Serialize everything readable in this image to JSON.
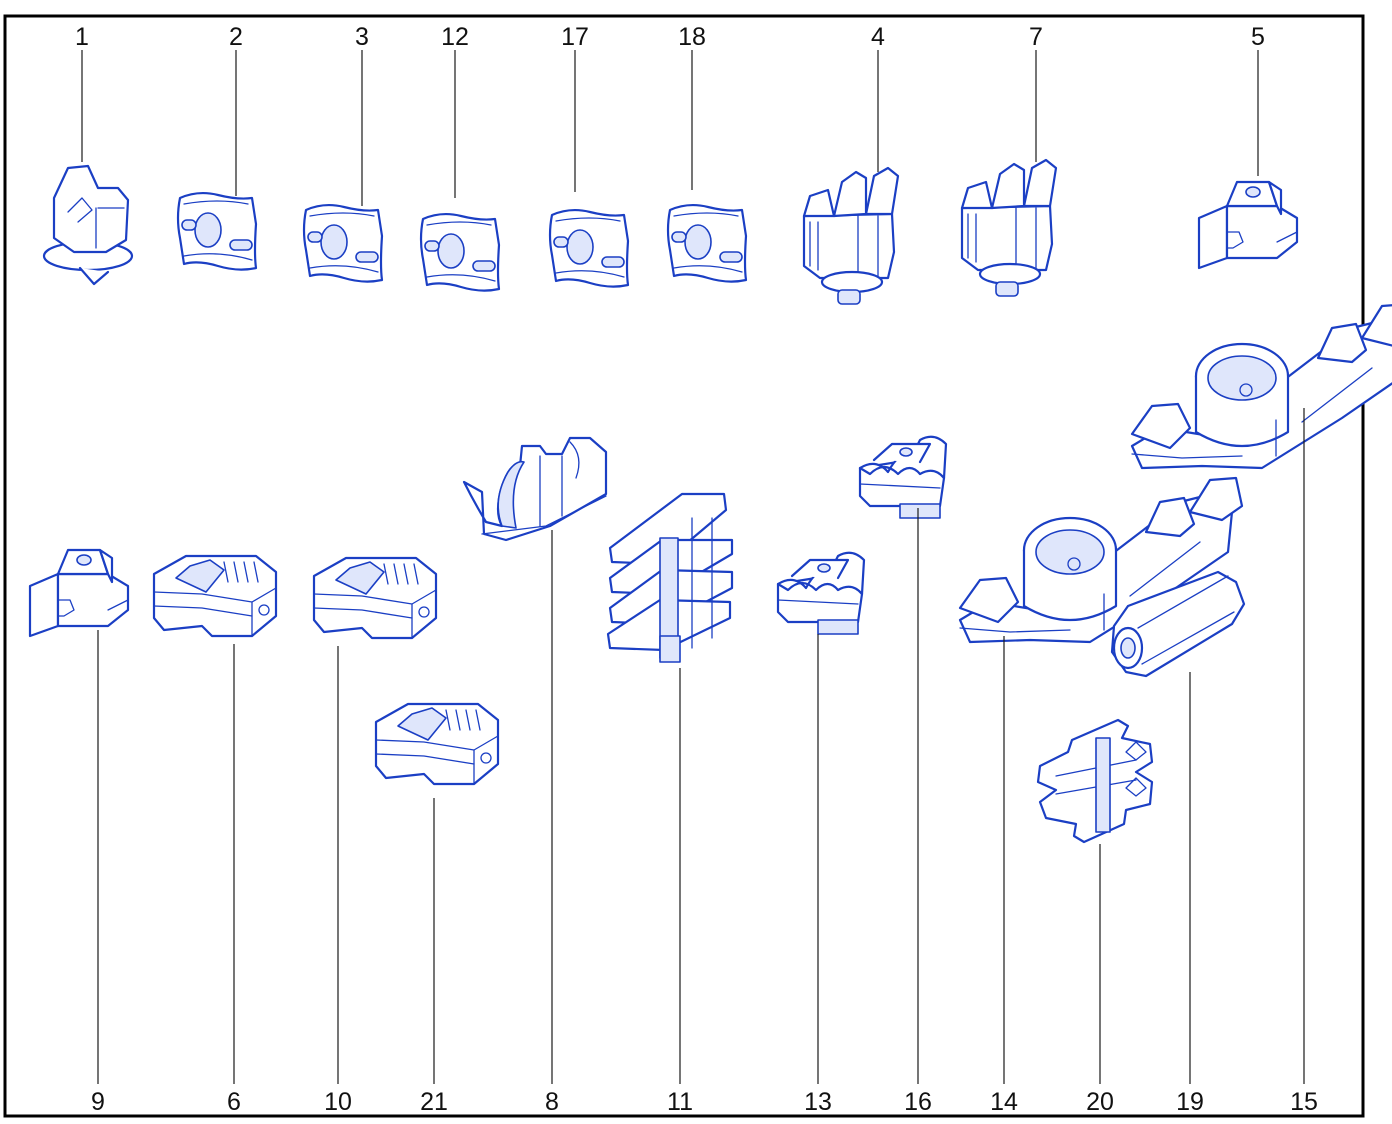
{
  "diagram": {
    "frame_color": "#000000",
    "part_color": "#1b3fc4",
    "top_labels": [
      "1",
      "2",
      "3",
      "12",
      "17",
      "18",
      "4",
      "7",
      "5"
    ],
    "bottom_labels": [
      "9",
      "6",
      "10",
      "21",
      "8",
      "11",
      "13",
      "16",
      "14",
      "20",
      "19",
      "15"
    ],
    "parts": [
      {
        "label": "1",
        "shape": "clip-with-washer"
      },
      {
        "label": "2",
        "shape": "tube-clip"
      },
      {
        "label": "3",
        "shape": "tube-clip"
      },
      {
        "label": "12",
        "shape": "tube-clip"
      },
      {
        "label": "17",
        "shape": "tube-clip"
      },
      {
        "label": "18",
        "shape": "tube-clip"
      },
      {
        "label": "4",
        "shape": "double-clip-with-stud"
      },
      {
        "label": "7",
        "shape": "double-clip-with-stud"
      },
      {
        "label": "5",
        "shape": "block-clip"
      },
      {
        "label": "9",
        "shape": "block-clip"
      },
      {
        "label": "6",
        "shape": "ribbed-holder"
      },
      {
        "label": "10",
        "shape": "ribbed-holder"
      },
      {
        "label": "21",
        "shape": "ribbed-holder"
      },
      {
        "label": "8",
        "shape": "saddle-holder"
      },
      {
        "label": "11",
        "shape": "stacked-holder"
      },
      {
        "label": "13",
        "shape": "double-cradle"
      },
      {
        "label": "16",
        "shape": "double-cradle"
      },
      {
        "label": "14",
        "shape": "cup-holder"
      },
      {
        "label": "15",
        "shape": "cup-holder"
      },
      {
        "label": "20",
        "shape": "cross-clip"
      },
      {
        "label": "19",
        "shape": "hex-spacer"
      }
    ]
  }
}
